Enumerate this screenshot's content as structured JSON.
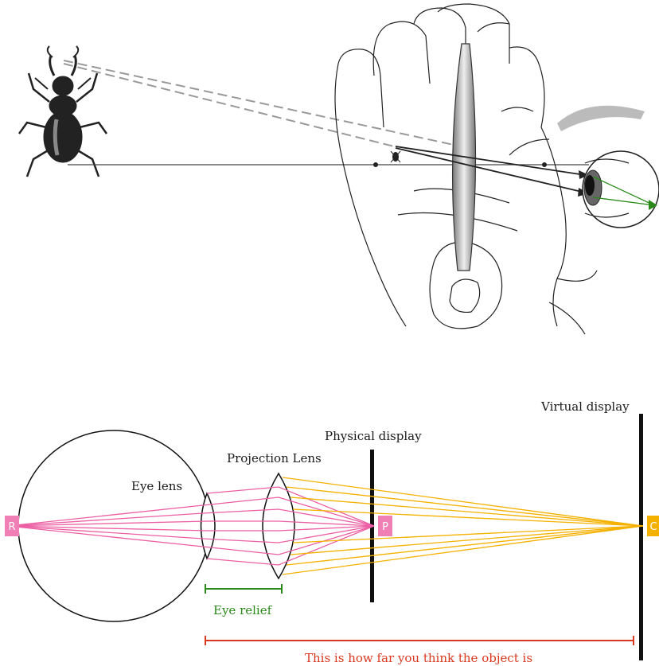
{
  "labels": {
    "virtual_display": "Virtual display",
    "physical_display": "Physical display",
    "projection_lens": "Projection Lens",
    "eye_lens": "Eye lens",
    "eye_relief": "Eye relief",
    "distance_note": "This is how far you think the object is"
  },
  "points": {
    "retina": "R",
    "display": "P",
    "virtual": "C"
  },
  "colors": {
    "pink_rays": "#ec5fa4",
    "orange_rays": "#f5b100",
    "eye_relief": "#2a8a1a",
    "distance": "#d9381e",
    "point_r": "#f07fb5",
    "point_p": "#f07fb5",
    "point_c": "#f5b100"
  }
}
